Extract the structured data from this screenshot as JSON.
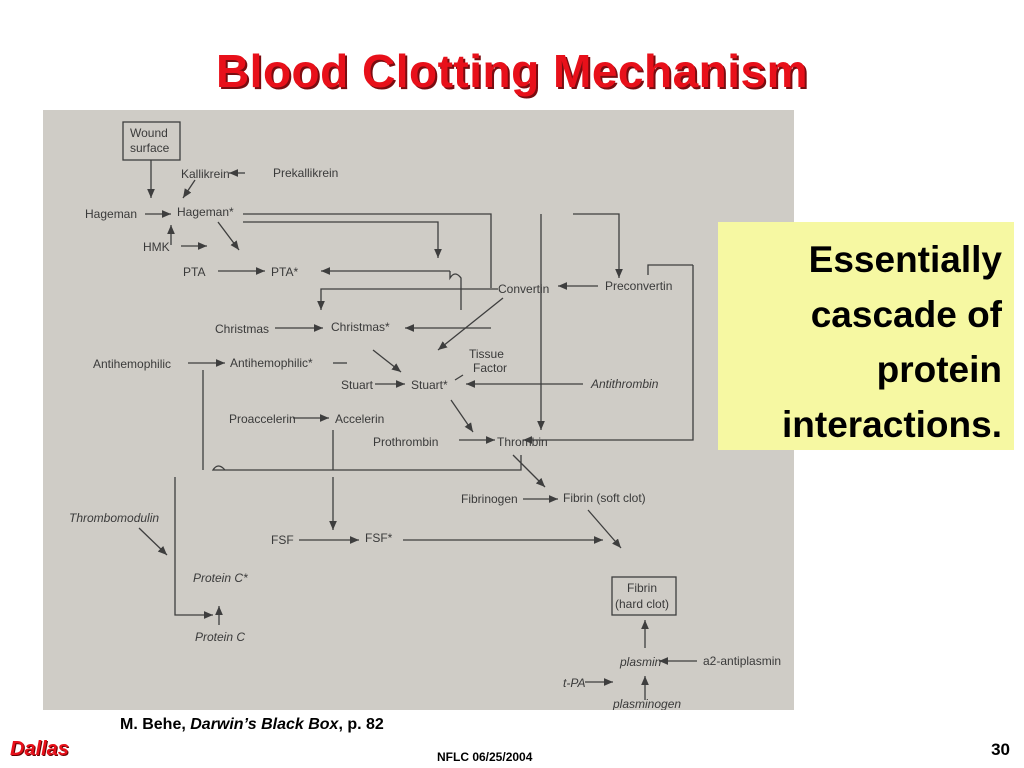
{
  "slide": {
    "title": "Blood Clotting Mechanism",
    "callout_lines": [
      "Essentially",
      "cascade of",
      "protein",
      "interactions."
    ],
    "citation": {
      "author": "M. Behe, ",
      "book": "Darwin’s Black Box",
      "page": ", p. 82"
    },
    "brand": "Dallas",
    "footer": "NFLC  06/25/2004",
    "page_number": "30"
  },
  "diagram": {
    "wound_surface_1": "Wound",
    "wound_surface_2": "surface",
    "kallikrein": "Kallikrein",
    "prekallikrein": "Prekallikrein",
    "hageman": "Hageman",
    "hageman_a": "Hageman*",
    "hmk": "HMK",
    "pta": "PTA",
    "pta_a": "PTA*",
    "convertin": "Convertin",
    "preconvertin": "Preconvertin",
    "christmas": "Christmas",
    "christmas_a": "Christmas*",
    "tissue_factor_1": "Tissue",
    "tissue_factor_2": "Factor",
    "antihemophilic": "Antihemophilic",
    "antihemophilic_a": "Antihemophilic*",
    "stuart": "Stuart",
    "stuart_a": "Stuart*",
    "antithrombin": "Antithrombin",
    "proaccelerin": "Proaccelerin",
    "accelerin": "Accelerin",
    "prothrombin": "Prothrombin",
    "thrombin": "Thrombin",
    "fibrinogen": "Fibrinogen",
    "fibrin_soft": "Fibrin (soft clot)",
    "thrombomodulin": "Thrombomodulin",
    "fsf": "FSF",
    "fsf_a": "FSF*",
    "protein_c_a": "Protein C*",
    "protein_c": "Protein C",
    "fibrin_hard_1": "Fibrin",
    "fibrin_hard_2": "(hard clot)",
    "plasmin": "plasmin",
    "a2_antiplasmin": "a2-antiplasmin",
    "tpa": "t-PA",
    "plasminogen": "plasminogen"
  }
}
